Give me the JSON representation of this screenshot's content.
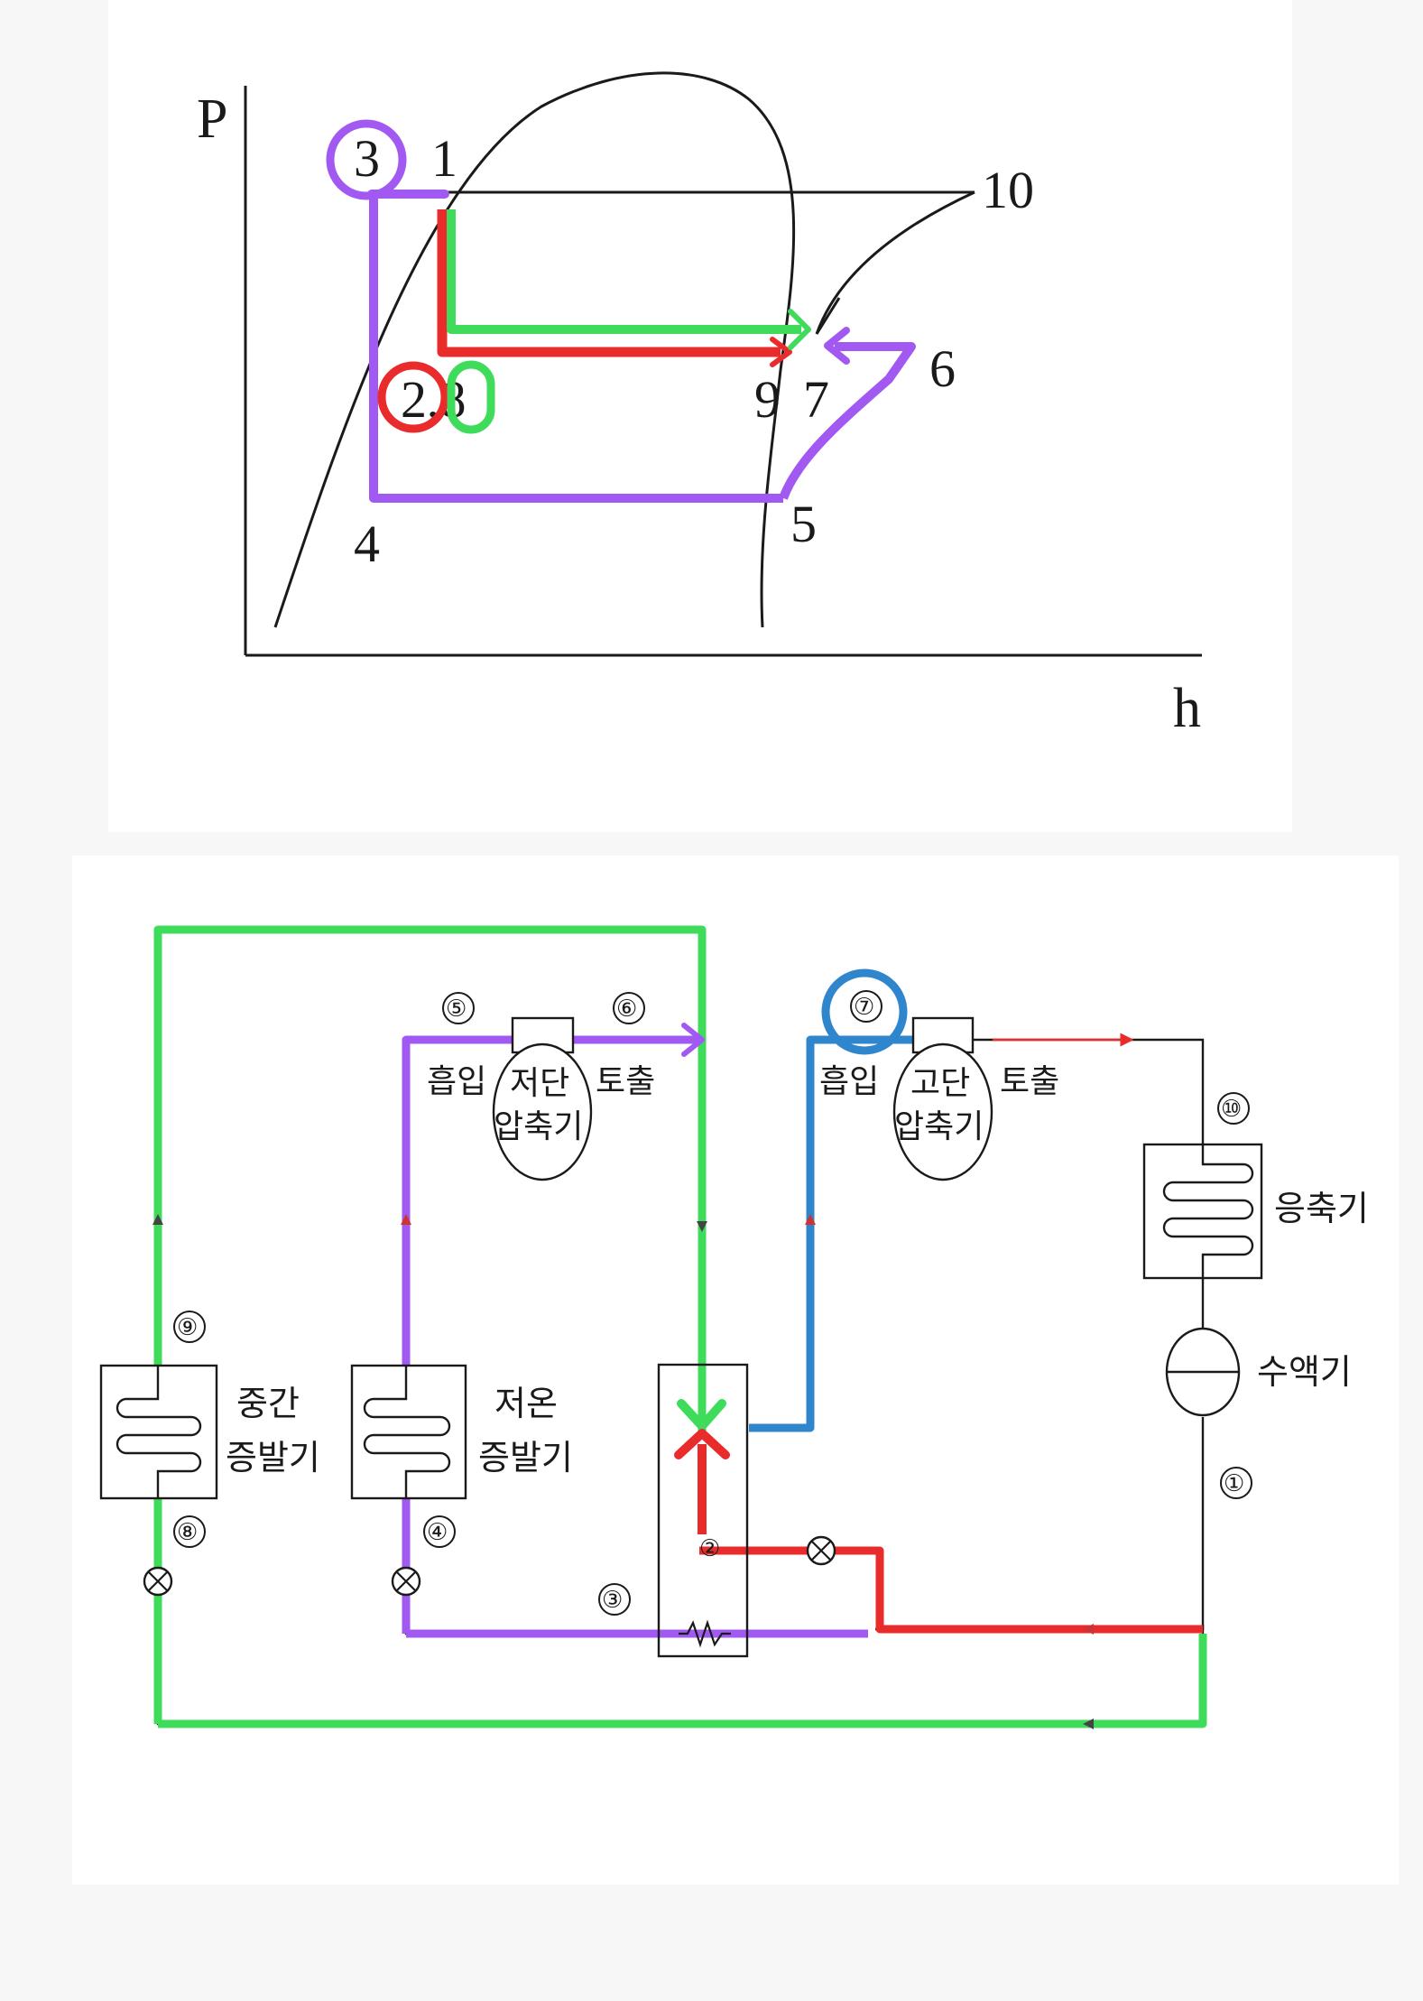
{
  "colors": {
    "ink": "#1a1a1a",
    "purple": "#a259f2",
    "red": "#ea2b2b",
    "green": "#3fdc5c",
    "blue": "#2f86cc",
    "page": "#f7f7f7",
    "panel": "#ffffff"
  },
  "ph_diagram": {
    "axis_p": "P",
    "axis_h": "h",
    "points": {
      "p3": "3",
      "p1": "1",
      "p10": "10",
      "p28": "2,8",
      "p9": "9",
      "p7": "7",
      "p6": "6",
      "p4": "4",
      "p5": "5"
    }
  },
  "schematic": {
    "low_compressor": {
      "suction": "흡입",
      "discharge": "토출",
      "name_top": "저단",
      "name_bottom": "압축기"
    },
    "high_compressor": {
      "suction": "흡입",
      "discharge": "토출",
      "name_top": "고단",
      "name_bottom": "압축기"
    },
    "condenser": "응축기",
    "receiver": "수액기",
    "mid_evaporator": {
      "top": "중간",
      "bottom": "증발기"
    },
    "low_evaporator": {
      "top": "저온",
      "bottom": "증발기"
    },
    "state_points": {
      "s1": "①",
      "s2": "②",
      "s3": "③",
      "s4": "④",
      "s5": "⑤",
      "s6": "⑥",
      "s7": "⑦",
      "s8": "⑧",
      "s9": "⑨",
      "s10": "⑩"
    }
  }
}
